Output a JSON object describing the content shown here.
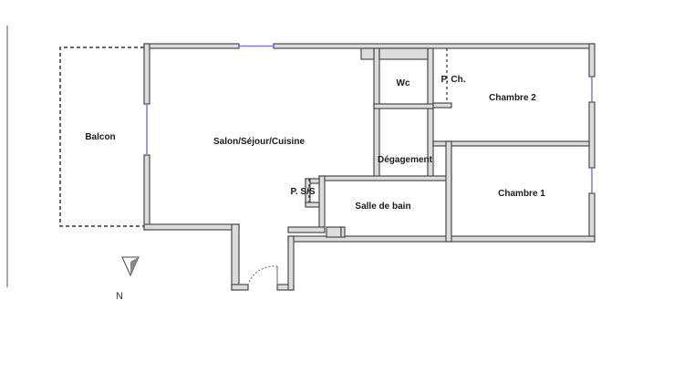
{
  "rooms": {
    "balcon": "Balcon",
    "salon": "Salon/Séjour/Cuisine",
    "wc": "Wc",
    "placard_chambre": "P. Ch.",
    "chambre2": "Chambre 2",
    "degagement": "Dégagement",
    "placard_ss": "P. S/S",
    "salle_de_bain": "Salle de bain",
    "chambre1": "Chambre 1"
  },
  "compass": {
    "label": "N"
  },
  "colors": {
    "wall_fill": "#dcdcdc",
    "wall_stroke": "#4a4a4a",
    "window": "#7b7bd8"
  }
}
